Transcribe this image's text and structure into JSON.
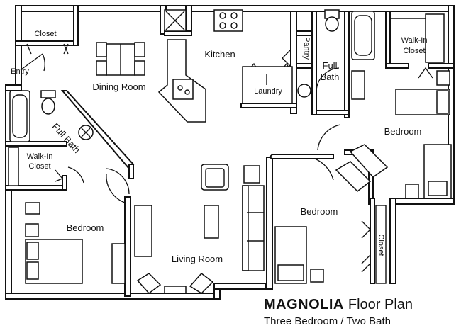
{
  "plan": {
    "name": "MAGNOLIA",
    "title_suffix": "Floor Plan",
    "subtitle": "Three Bedroom / Two Bath"
  },
  "rooms": {
    "closet_entry": "Closet",
    "entry": "Entry",
    "dining_room": "Dining Room",
    "kitchen": "Kitchen",
    "pantry": "Pantry",
    "laundry": "Laundry",
    "full_bath_center_line1": "Full",
    "full_bath_center_line2": "Bath",
    "walk_in_closet_right_line1": "Walk-In",
    "walk_in_closet_right_line2": "Closet",
    "bedroom_right": "Bedroom",
    "full_bath_left": "Full Bath",
    "walk_in_closet_left_line1": "Walk-In",
    "walk_in_closet_left_line2": "Closet",
    "bedroom_left": "Bedroom",
    "living_room": "Living Room",
    "bedroom_center": "Bedroom",
    "closet_center": "Closet"
  }
}
